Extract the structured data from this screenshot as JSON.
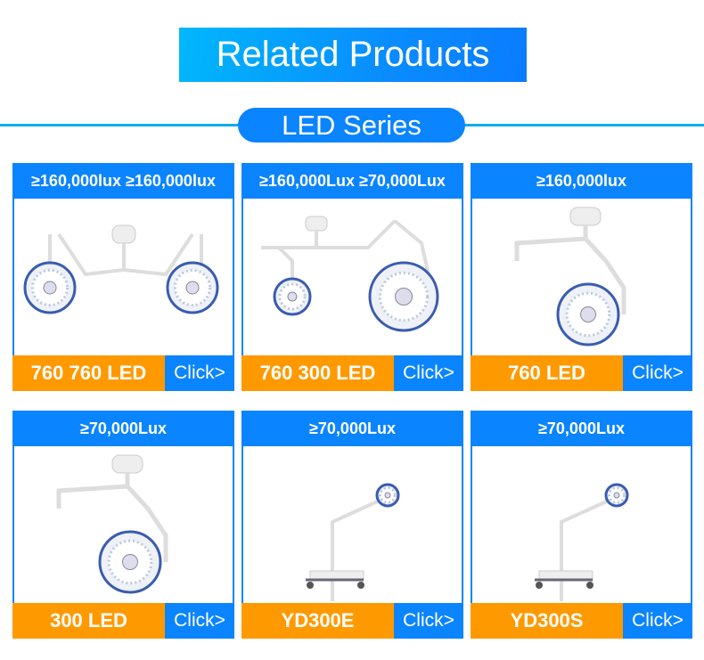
{
  "title": "Related Products",
  "series": "LED Series",
  "colors": {
    "accent": "#0a84ff",
    "orange": "#ff9900",
    "line": "#0aaef0"
  },
  "products": [
    {
      "spec": "≥160,000lux ≥160,000lux",
      "name": "760 760 LED",
      "click": "Click>",
      "kind": "double"
    },
    {
      "spec": "≥160,000Lux ≥70,000Lux",
      "name": "760 300 LED",
      "click": "Click>",
      "kind": "double-mixed"
    },
    {
      "spec": "≥160,000lux",
      "name": "760 LED",
      "click": "Click>",
      "kind": "ceiling"
    },
    {
      "spec": "≥70,000Lux",
      "name": "300 LED",
      "click": "Click>",
      "kind": "ceiling"
    },
    {
      "spec": "≥70,000Lux",
      "name": "YD300E",
      "click": "Click>",
      "kind": "mobile"
    },
    {
      "spec": "≥70,000Lux",
      "name": "YD300S",
      "click": "Click>",
      "kind": "mobile"
    }
  ]
}
